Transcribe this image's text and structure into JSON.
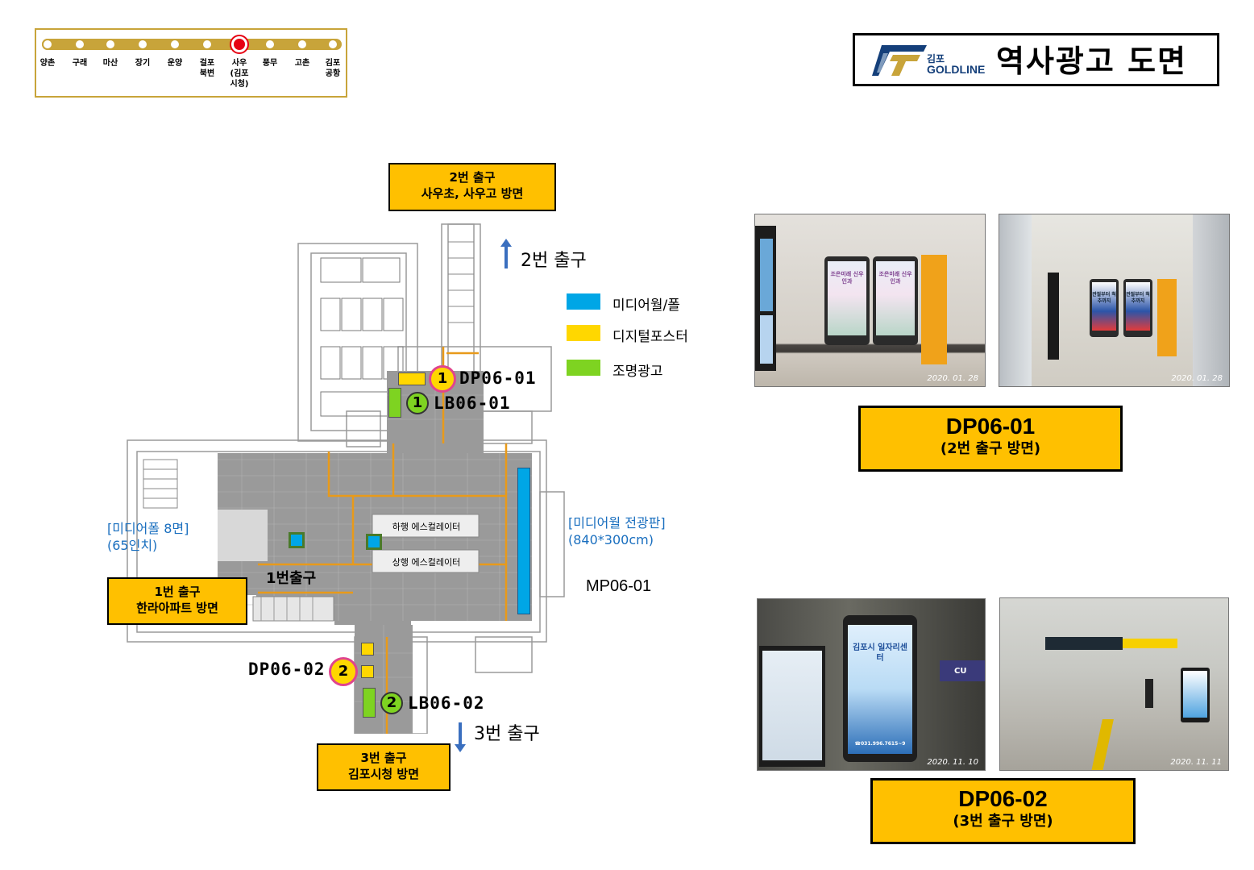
{
  "line_map": {
    "stations": [
      {
        "label": "양촌",
        "current": false
      },
      {
        "label": "구래",
        "current": false
      },
      {
        "label": "마산",
        "current": false
      },
      {
        "label": "장기",
        "current": false
      },
      {
        "label": "운양",
        "current": false
      },
      {
        "label": "걸포\n북변",
        "current": false
      },
      {
        "label": "사우\n(김포\n시청)",
        "current": true
      },
      {
        "label": "풍무",
        "current": false
      },
      {
        "label": "고촌",
        "current": false
      },
      {
        "label": "김포\n공항",
        "current": false
      }
    ],
    "line_color": "#c8a43a",
    "current_color": "#e60012"
  },
  "header": {
    "logo_small": "김포",
    "logo_brand": "GOLDLINE",
    "title": "역사광고 도면"
  },
  "floorplan": {
    "exit2_box": {
      "line1": "2번 출구",
      "line2": "사우초, 사우고 방면"
    },
    "exit2_caption": "2번 출구",
    "exit1_box": {
      "line1": "1번 출구",
      "line2": "한라아파트 방면"
    },
    "exit3_box": {
      "line1": "3번 출구",
      "line2": "김포시청 방면"
    },
    "exit3_caption": "3번 출구",
    "exit1_floor_label": "1번출구",
    "escalator_down": "하행 에스컬레이터",
    "escalator_up": "상행 에스컬레이터",
    "mediapole_note": {
      "line1": "[미디어폴 8면]",
      "line2": "(65인치)"
    },
    "mediawall_note": {
      "line1": "[미디어월 전광판]",
      "line2": "(840*300cm)"
    },
    "mediawall_code": "MP06-01",
    "markers": [
      {
        "num": "1",
        "code": "DP06-01",
        "kind": "digital"
      },
      {
        "num": "1",
        "code": "LB06-01",
        "kind": "light"
      },
      {
        "num": "2",
        "code": "DP06-02",
        "kind": "digital"
      },
      {
        "num": "2",
        "code": "LB06-02",
        "kind": "light"
      }
    ]
  },
  "legend": [
    {
      "label": "미디어월/폴",
      "color": "#00a6e6"
    },
    {
      "label": "디지털포스터",
      "color": "#ffd700"
    },
    {
      "label": "조명광고",
      "color": "#7ed321"
    }
  ],
  "photos": {
    "dp1_left_date": "2020. 01. 28",
    "dp1_right_date": "2020. 01. 28",
    "dp1_screen_text": "조은미래 신우인과",
    "dp1_right_screen_text": "관절부터 척추까지",
    "dp2_left_date": "2020. 11. 10",
    "dp2_right_date": "2020. 11. 11",
    "dp2_screen_title": "김포시 일자리센터",
    "dp2_screen_phone": "☎031.996.7615~9",
    "dp2_shop_sign": "CU"
  },
  "codeboxes": [
    {
      "code": "DP06-01",
      "desc": "(2번 출구 방면)"
    },
    {
      "code": "DP06-02",
      "desc": "(3번 출구 방면)"
    }
  ]
}
